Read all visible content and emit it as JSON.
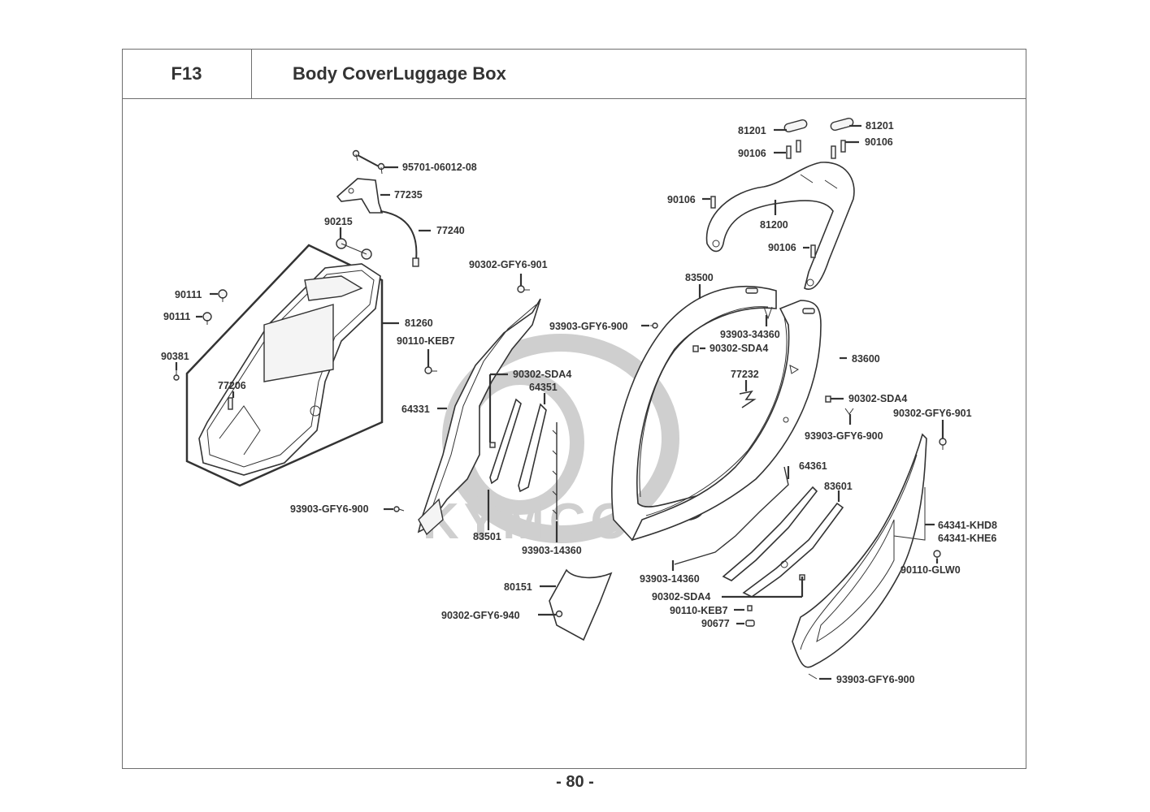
{
  "header": {
    "section_code": "F13",
    "title": "Body CoverLuggage Box"
  },
  "page_number": "- 80 -",
  "watermark": "KYMCO",
  "parts": {
    "p95701": "95701-06012-08",
    "p77235": "77235",
    "p77240": "77240",
    "p90215": "90215",
    "p90111a": "90111",
    "p90111b": "90111",
    "p90381": "90381",
    "p81260": "81260",
    "p77206": "77206",
    "p90302_gfy6_901a": "90302-GFY6-901",
    "p90110_keb7a": "90110-KEB7",
    "p90302_sda4a": "90302-SDA4",
    "p64351": "64351",
    "p64331": "64331",
    "p93903_gfy6_900a": "93903-GFY6-900",
    "p83501": "83501",
    "p93903_14360a": "93903-14360",
    "p80151": "80151",
    "p90302_gfy6_940": "90302-GFY6-940",
    "p81201a": "81201",
    "p81201b": "81201",
    "p90106a": "90106",
    "p90106b": "90106",
    "p90106c": "90106",
    "p90106d": "90106",
    "p81200": "81200",
    "p83500": "83500",
    "p93903_gfy6_900b": "93903-GFY6-900",
    "p93903_34360": "93903-34360",
    "p90302_sda4b": "90302-SDA4",
    "p83600": "83600",
    "p77232": "77232",
    "p90302_sda4c": "90302-SDA4",
    "p93903_gfy6_900c": "93903-GFY6-900",
    "p90302_gfy6_901b": "90302-GFY6-901",
    "p64361": "64361",
    "p83601": "83601",
    "p64341_khd8": "64341-KHD8",
    "p64341_khe6": "64341-KHE6",
    "p90110_glw0": "90110-GLW0",
    "p93903_14360b": "93903-14360",
    "p90302_sda4d": "90302-SDA4",
    "p90110_keb7b": "90110-KEB7",
    "p90677": "90677",
    "p93903_gfy6_900d": "93903-GFY6-900"
  }
}
